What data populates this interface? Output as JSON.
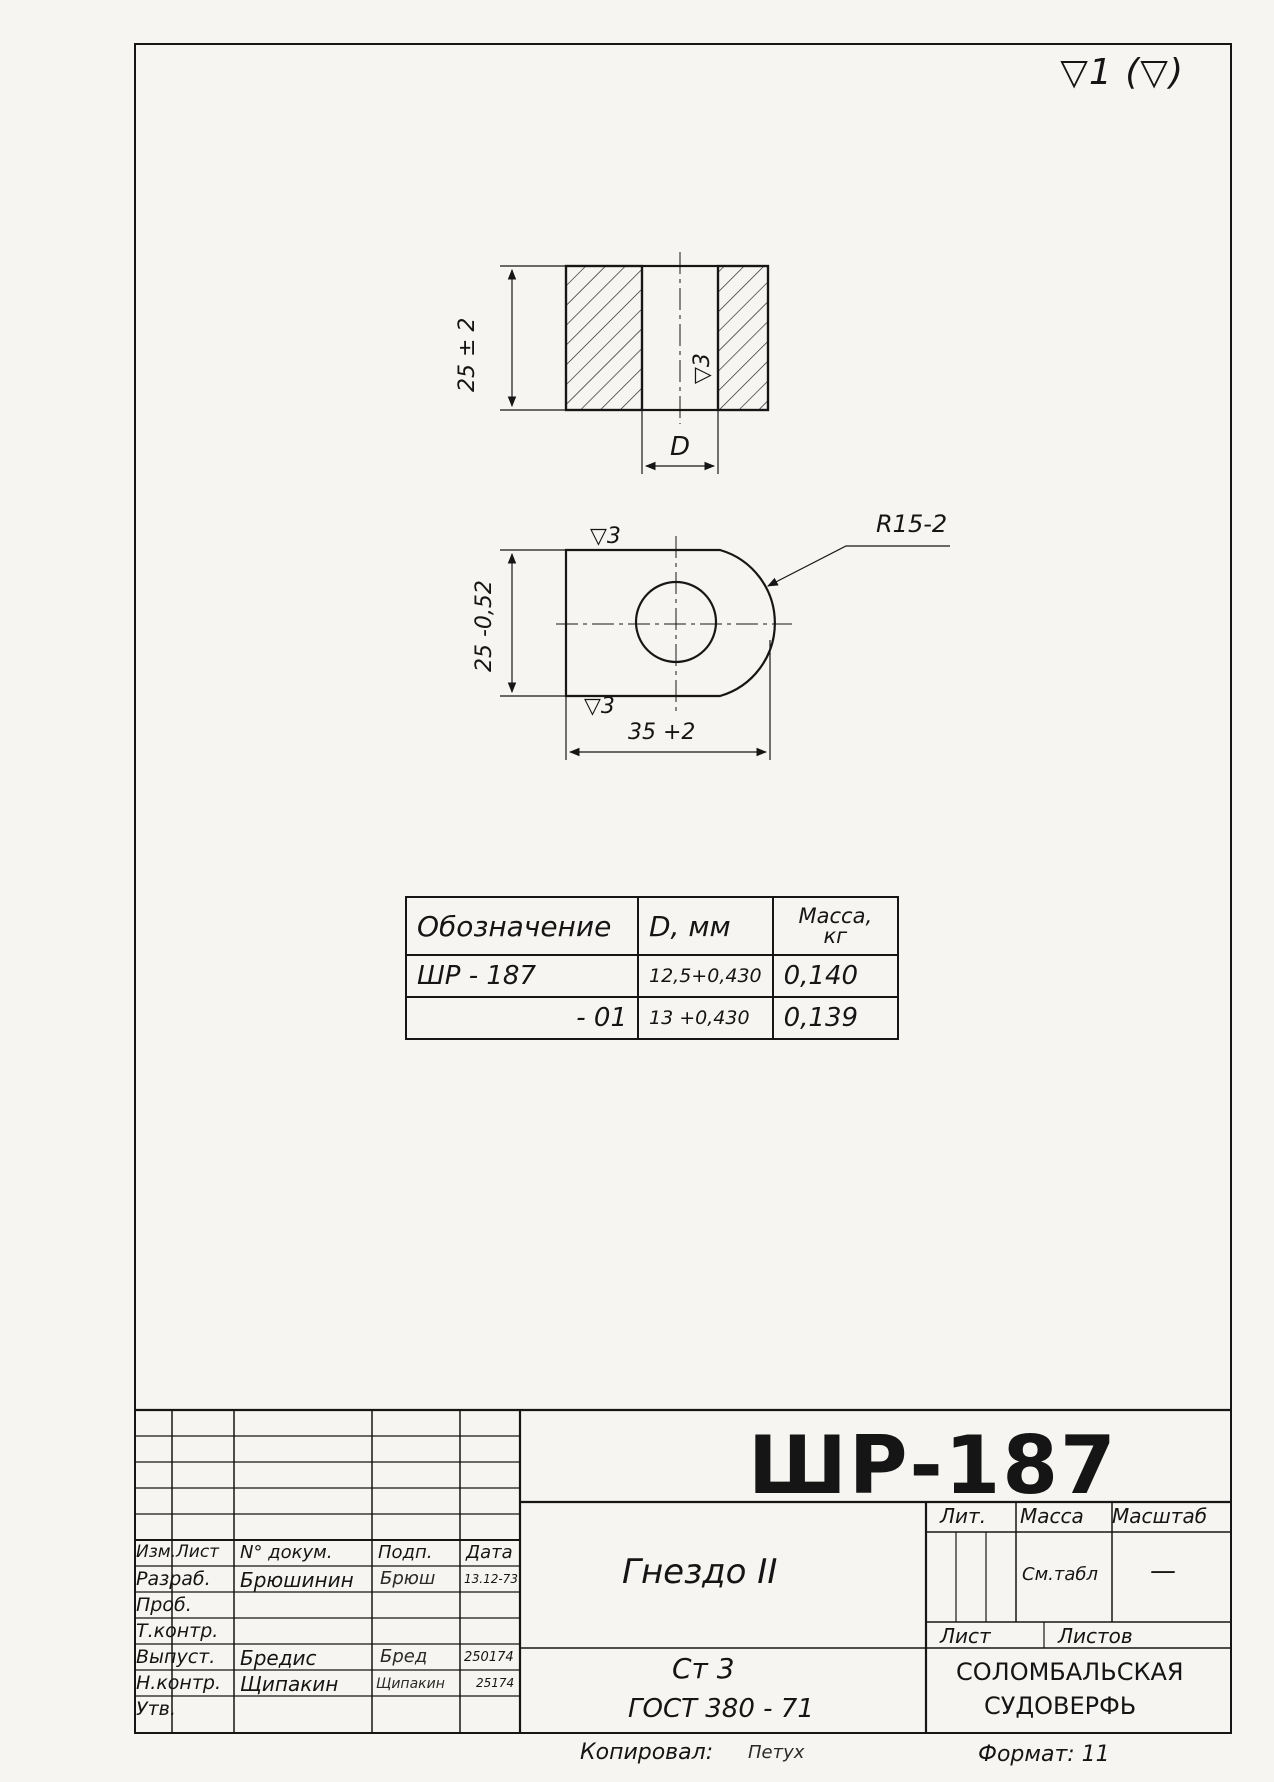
{
  "header": {
    "roughness_mark": "▽1 (▽)"
  },
  "drawing": {
    "section_view": {
      "height_dim": "25 ± 2",
      "bore_dim": "D",
      "roughness": "▽3"
    },
    "plan_view": {
      "height_dim": "25 -0,52",
      "length_dim": "35 +2",
      "radius_dim": "R15-2",
      "roughness_top": "▽3",
      "roughness_bottom": "▽3"
    }
  },
  "spec_table": {
    "headers": {
      "designation": "Обозначение",
      "diameter": "D, мм",
      "mass": "Масса, кг"
    },
    "rows": [
      {
        "designation": "ШР - 187",
        "diameter": "12,5+0,430",
        "mass": "0,140"
      },
      {
        "designation": "- 01",
        "diameter": "13 +0,430",
        "mass": "0,139"
      }
    ]
  },
  "title_block": {
    "doc_number": "ШР-187",
    "part_name": "Гнездо II",
    "material_line1": "Ст 3",
    "material_line2": "ГОСТ 380 - 71",
    "company_line1": "СОЛОМБАЛЬСКАЯ",
    "company_line2": "СУДОВЕРФЬ",
    "lit_label": "Лит.",
    "mass_label": "Масса",
    "scale_label": "Масштаб",
    "mass_value": "См.табл",
    "scale_value": "—",
    "sheet_label": "Лист",
    "sheets_label": "Листов",
    "col_headers": {
      "izm": "Изм.",
      "list": "Лист",
      "doc": "N° докум.",
      "sign": "Подп.",
      "date": "Дата"
    },
    "roles": [
      {
        "role": "Разраб.",
        "name": "Брюшинин",
        "signature": "Брюш",
        "date": "13.12-73"
      },
      {
        "role": "Проб.",
        "name": "",
        "signature": "",
        "date": ""
      },
      {
        "role": "Т.контр.",
        "name": "",
        "signature": "",
        "date": ""
      },
      {
        "role": "Выпуст.",
        "name": "Бредис",
        "signature": "Бред",
        "date": "250174"
      },
      {
        "role": "Н.контр.",
        "name": "Щипакин",
        "signature": "Щипакин",
        "date": "25174"
      },
      {
        "role": "Утв.",
        "name": "",
        "signature": "",
        "date": ""
      }
    ],
    "copied_label": "Копировал:",
    "copied_signature": "Петух",
    "format_label": "Формат: 11"
  }
}
